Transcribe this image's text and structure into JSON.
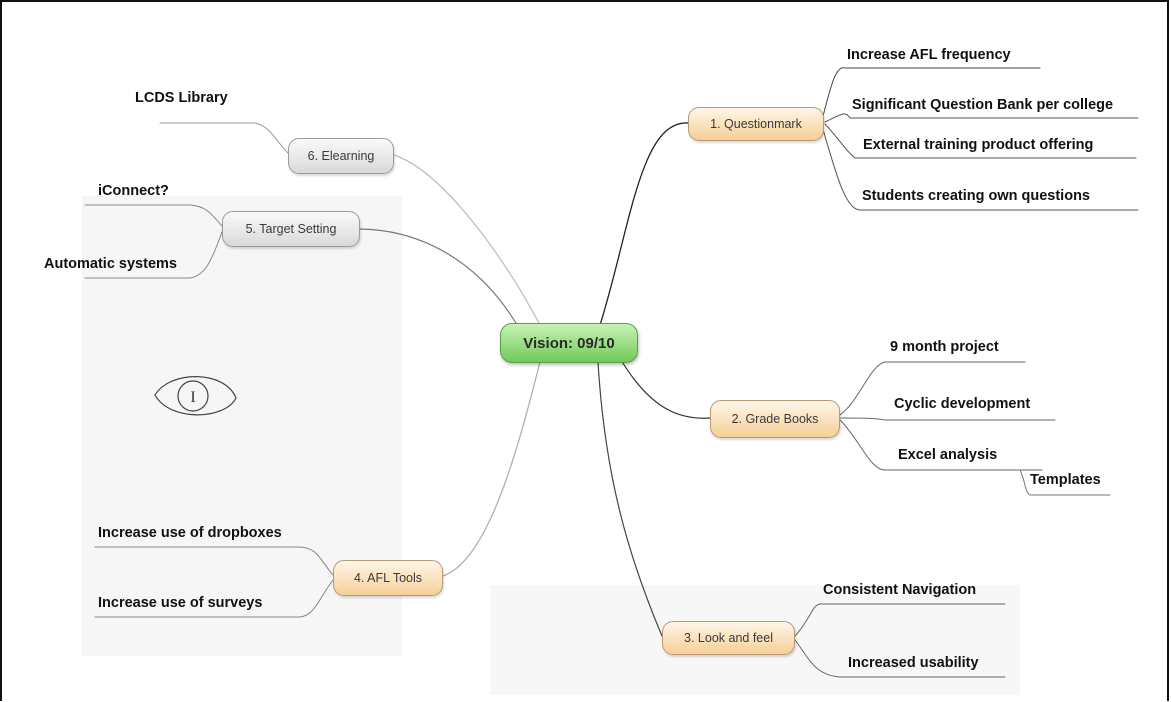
{
  "central": {
    "label": "Vision: 09/10"
  },
  "branches": [
    {
      "id": "questionmark",
      "label": "1. Questionmark",
      "leaves": [
        "Increase AFL frequency",
        "Significant Question Bank per college",
        "External training product offering",
        "Students creating own questions"
      ]
    },
    {
      "id": "grade-books",
      "label": "2. Grade Books",
      "leaves": [
        "9 month project",
        "Cyclic development",
        "Excel analysis",
        "Templates"
      ]
    },
    {
      "id": "look-and-feel",
      "label": "3. Look and feel",
      "leaves": [
        "Consistent Navigation",
        "Increased usability"
      ]
    },
    {
      "id": "afl-tools",
      "label": "4. AFL Tools",
      "leaves": [
        "Increase use of dropboxes",
        "Increase use of surveys"
      ]
    },
    {
      "id": "target-setting",
      "label": "5. Target Setting",
      "leaves": [
        "iConnect?",
        "Automatic systems"
      ]
    },
    {
      "id": "elearning",
      "label": "6. Elearning",
      "leaves": [
        "LCDS Library"
      ]
    }
  ],
  "sketch": {
    "glyph": "I",
    "icon": "hand-drawn-eye-sketch"
  },
  "colors": {
    "central": "#7ccc63",
    "branch_right": "#f7d6a6",
    "branch_left_upper": "#e4e4e4",
    "line": "#333333"
  }
}
